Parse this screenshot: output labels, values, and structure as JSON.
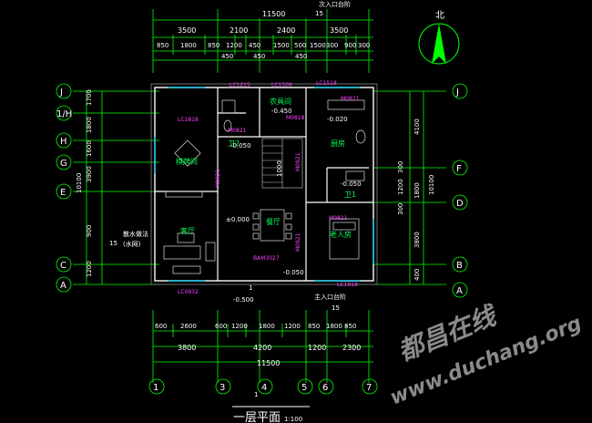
{
  "north_label": "北",
  "title": {
    "name": "一层平面",
    "scale": "1:100"
  },
  "watermark": {
    "cn": "都昌在线",
    "url": "www.duchang.org"
  },
  "dims": {
    "total_top": "11500",
    "top_row1": [
      "3500",
      "2100",
      "2400",
      "3500"
    ],
    "top_row2": [
      "850",
      "1800",
      "850",
      "1200",
      "450",
      "1500",
      "500",
      "1500",
      "300",
      "900",
      "300"
    ],
    "top_row3": [
      "450",
      "450",
      "450"
    ],
    "bot_row1": [
      "600",
      "2600",
      "600",
      "1200",
      "1800",
      "1200",
      "850",
      "1800",
      "850"
    ],
    "bot_row2": [
      "3800",
      "4200",
      "1200",
      "2300"
    ],
    "total_bottom": "11500",
    "left": [
      "1700",
      "1800",
      "1600",
      "3900",
      "900",
      "1200"
    ],
    "left_total": "10100",
    "right": [
      "4100",
      "300",
      "1200",
      "300",
      "3800",
      "400",
      "1800"
    ],
    "right_total": "10100"
  },
  "axes": {
    "bottom": [
      "1",
      "3",
      "4",
      "5",
      "6",
      "7"
    ],
    "left": [
      "J",
      "1/H",
      "H",
      "G",
      "E",
      "C",
      "A"
    ],
    "right": [
      "J",
      "F",
      "D",
      "B",
      "A"
    ]
  },
  "rooms": {
    "storage": "农具间",
    "mahjong": "棋牌间",
    "kitchen": "厨房",
    "wc2": "卫2",
    "wc1": "卫1",
    "dining": "餐厅",
    "living": "客厅",
    "elderly": "老人房"
  },
  "tags": {
    "lc1215": "LC1215",
    "lc1509": "LC1509",
    "lc1518a": "LC1518",
    "m0821a": "M0821",
    "lc1818a": "LC1818",
    "m0821b": "M0821",
    "m0818": "M0818",
    "m0921a": "M0921",
    "m0921b": "M0921",
    "m0821c": "M0821",
    "m0921c": "M0921",
    "bam3027": "BAM3027",
    "lc0932": "LC0932",
    "lc1818b": "LC1818"
  },
  "levels": {
    "l1": "-0.450",
    "l2": "-0.020",
    "l3": "-0.050",
    "l4": "-0.050",
    "l5": "±0.000",
    "l6": "-0.050",
    "l7": "-0.500",
    "l8": "1000"
  },
  "notes": {
    "drain_line1": "散水做法",
    "drain_line2": "(水网)",
    "main_entrance": "主入口台阶",
    "top_entrance": "次入口台阶",
    "top_bubble": "15",
    "bottom_bubble": "15",
    "left_bubble": "15",
    "stair_mark": "1",
    "section_mark": "1"
  }
}
